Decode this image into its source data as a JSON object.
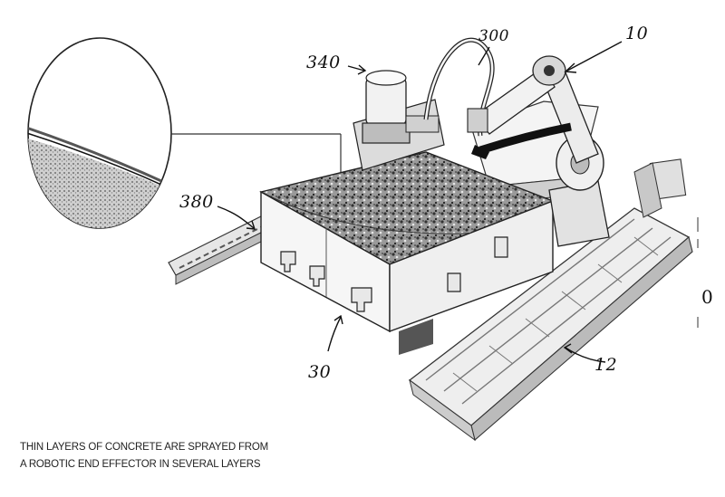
{
  "labels": {
    "ref_340": "340",
    "ref_300": "300",
    "ref_10": "10",
    "ref_380": "380",
    "ref_30": "30",
    "ref_12": "12",
    "edge_fragment": "0"
  },
  "caption": {
    "line1": "THIN LAYERS OF CONCRETE ARE SPRAYED FROM",
    "line2": "A ROBOTIC END EFFECTOR IN SEVERAL LAYERS"
  }
}
